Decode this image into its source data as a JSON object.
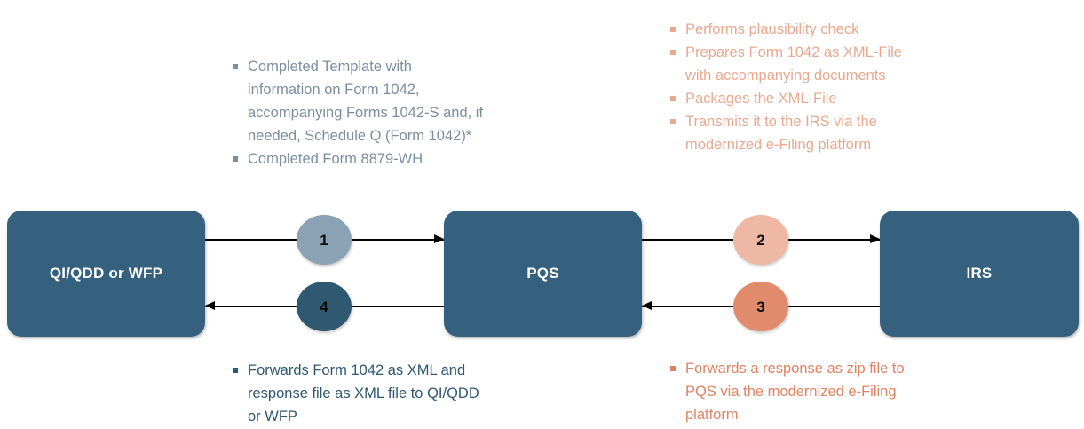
{
  "diagram": {
    "nodes": [
      {
        "id": "qi",
        "label": "QI/QDD or WFP"
      },
      {
        "id": "pqs",
        "label": "PQS"
      },
      {
        "id": "irs",
        "label": "IRS"
      }
    ],
    "steps": [
      {
        "number": "1",
        "color": "#8BA2B4",
        "from": "QI/QDD or WFP",
        "to": "PQS",
        "direction": "right"
      },
      {
        "number": "2",
        "color": "#EFB8A4",
        "from": "PQS",
        "to": "IRS",
        "direction": "right"
      },
      {
        "number": "3",
        "color": "#E08C6C",
        "from": "IRS",
        "to": "PQS",
        "direction": "left"
      },
      {
        "number": "4",
        "color": "#2F5871",
        "from": "PQS",
        "to": "QI/QDD or WFP",
        "direction": "left"
      }
    ],
    "notes": {
      "top_left": {
        "color": "#7B8FA1",
        "items": [
          "Completed Template with information on Form 1042, accompanying Forms 1042-S and, if needed, Schedule Q (Form 1042)*",
          "Completed Form 8879-WH"
        ]
      },
      "top_right": {
        "color": "#E8A98F",
        "items": [
          "Performs plausibility check",
          "Prepares Form 1042 as XML-File with accompanying documents",
          "Packages the XML-File",
          "Transmits it to the IRS via the modernized e-Filing platform"
        ]
      },
      "bottom_left": {
        "color": "#2F5871",
        "items": [
          "Forwards Form 1042 as XML and response file as XML file to QI/QDD or WFP"
        ]
      },
      "bottom_right": {
        "color": "#DE8463",
        "items": [
          "Forwards a response as zip file to PQS via the modernized e-Filing platform"
        ]
      }
    },
    "colors": {
      "box_fill": "#36617E",
      "box_text": "#FFFFFF",
      "arrow": "#000000",
      "background": "#FFFFFF"
    }
  }
}
